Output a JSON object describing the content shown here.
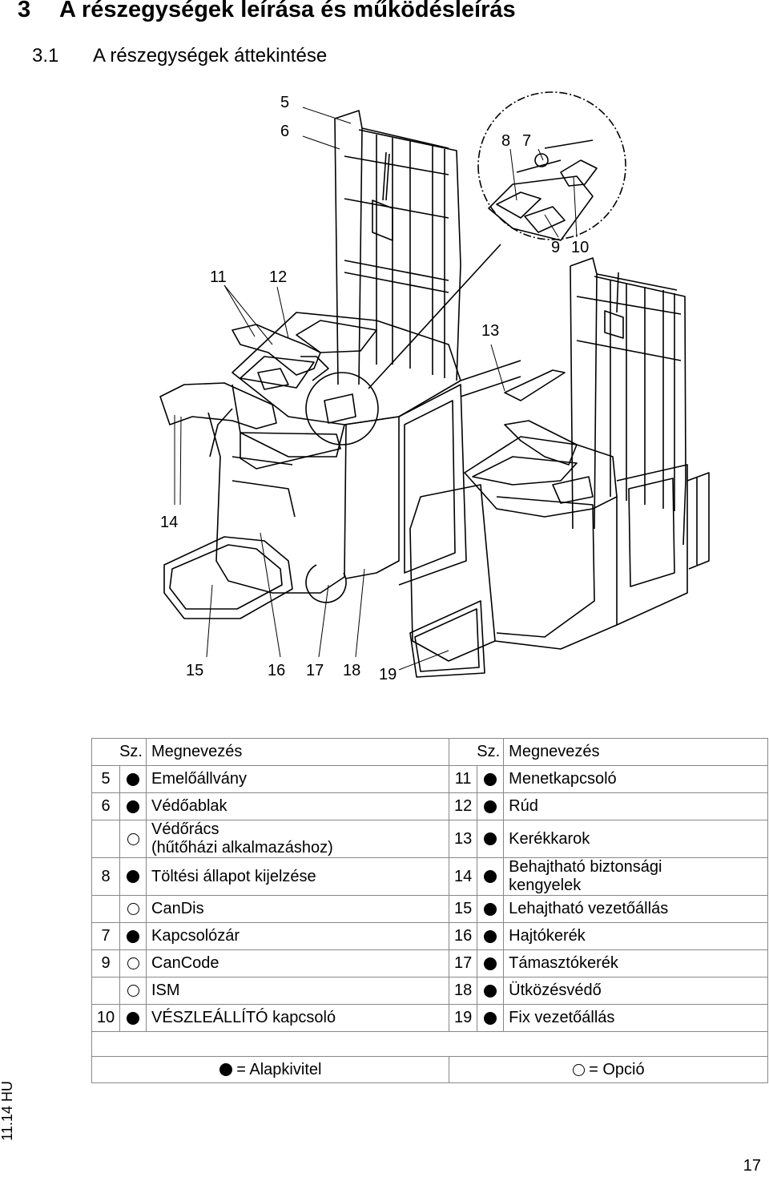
{
  "heading": {
    "number": "3",
    "title": "A részegységek leírása és működésleírás"
  },
  "subheading": {
    "number": "3.1",
    "title": "A részegységek áttekintése"
  },
  "figure": {
    "callouts": [
      "5",
      "6",
      "8",
      "7",
      "9",
      "10",
      "11",
      "12",
      "13",
      "14",
      "15",
      "16",
      "17",
      "18",
      "19"
    ]
  },
  "legend": {
    "header": {
      "col1": "Sz.",
      "col2": "Megnevezés",
      "col3": "Sz.",
      "col4": "Megnevezés"
    },
    "rows": [
      {
        "ln": "5",
        "lm": "std",
        "lname": "Emelőállvány",
        "rn": "11",
        "rm": "std",
        "rname": "Menetkapcsoló"
      },
      {
        "ln": "6",
        "lm": "std",
        "lname": "Védőablak",
        "rn": "12",
        "rm": "std",
        "rname": "Rúd"
      },
      {
        "ln": "",
        "lm": "opt",
        "lname": "Védőrács\n(hűtőházi alkalmazáshoz)",
        "rn": "13",
        "rm": "std",
        "rname": "Kerékkarok"
      },
      {
        "ln": "8",
        "lm": "std",
        "lname": "Töltési állapot kijelzése",
        "rn": "14",
        "rm": "std",
        "rname": "Behajtható biztonsági\nkengyelek"
      },
      {
        "ln": "",
        "lm": "opt",
        "lname": "CanDis",
        "rn": "15",
        "rm": "std",
        "rname": "Lehajtható vezetőállás"
      },
      {
        "ln": "7",
        "lm": "std",
        "lname": "Kapcsolózár",
        "rn": "16",
        "rm": "std",
        "rname": "Hajtókerék"
      },
      {
        "ln": "9",
        "lm": "opt",
        "lname": "CanCode",
        "rn": "17",
        "rm": "std",
        "rname": "Támasztókerék"
      },
      {
        "ln": "",
        "lm": "opt",
        "lname": "ISM",
        "rn": "18",
        "rm": "std",
        "rname": "Ütközésvédő"
      },
      {
        "ln": "10",
        "lm": "std",
        "lname": "VÉSZLEÁLLÍTÓ kapcsoló",
        "rn": "19",
        "rm": "std",
        "rname": "Fix vezetőállás"
      }
    ],
    "key": {
      "standard": "= Alapkivitel",
      "option": "= Opció"
    }
  },
  "side_info": "11.14 HU",
  "page_number": "17"
}
